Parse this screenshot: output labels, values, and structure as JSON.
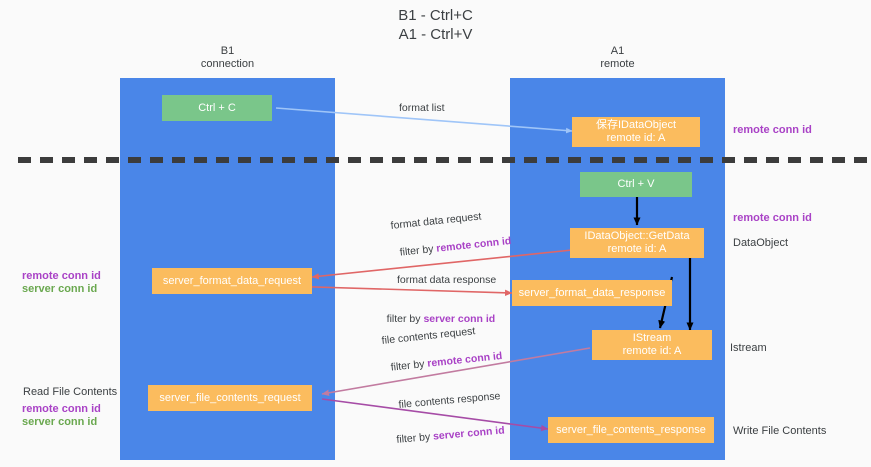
{
  "title": "B1 - Ctrl+C\nA1 - Ctrl+V",
  "lanes": [
    {
      "name": "b1",
      "header": "B1\nconnection"
    },
    {
      "name": "a1",
      "header": "A1\nremote"
    }
  ],
  "nodes": {
    "ctrl_c": "Ctrl + C",
    "ctrl_v": "Ctrl + V",
    "idataobject_store": "保存IDataObject\nremote id: A",
    "idataobject_getdata": "IDataObject::GetData\nremote id: A",
    "server_format_data_request": "server_format_data_request",
    "server_format_data_response": "server_format_data_response",
    "istream": "IStream\nremote id: A",
    "server_file_contents_request": "server_file_contents_request",
    "server_file_contents_response": "server_file_contents_response"
  },
  "edges": {
    "format_list": "format list",
    "format_data_request": "format data request",
    "format_data_request_filter_prefix": "filter by ",
    "format_data_request_filter_key": "remote conn id",
    "format_data_response": "format data response",
    "format_data_response_filter_prefix": "filter by ",
    "format_data_response_filter_key": "server conn id",
    "file_contents_request": "file contents request",
    "file_contents_request_filter_prefix": "filter by ",
    "file_contents_request_filter_key": "remote conn id",
    "file_contents_response": "file contents response",
    "file_contents_response_filter_prefix": "filter by ",
    "file_contents_response_filter_key": "server conn id"
  },
  "annotations": {
    "right_remote_conn_id_top": "remote conn id",
    "right_remote_conn_id_mid": "remote conn id",
    "right_dataobject": "DataObject",
    "right_istream": "Istream",
    "right_write_file_contents": "Write File Contents",
    "left_remote_conn_id": "remote conn id",
    "left_server_conn_id": "server conn id",
    "left_read_file_contents": "Read File Contents",
    "left_remote_conn_id_2": "remote conn id",
    "left_server_conn_id_2": "server conn id"
  },
  "colors": {
    "lane": "#4a86e8",
    "green_node": "#7bc67b",
    "orange_node": "#fbbc5e",
    "arrow_blue": "#9fc5f8",
    "arrow_black": "#000000",
    "arrow_red": "#e06666",
    "arrow_magenta": "#c27ba0",
    "arrow_purple": "#a64ca6",
    "key_purple": "#a942c6",
    "key_green": "#6aa84f",
    "divider": "#3c3c3c",
    "background": "#fafafa"
  }
}
